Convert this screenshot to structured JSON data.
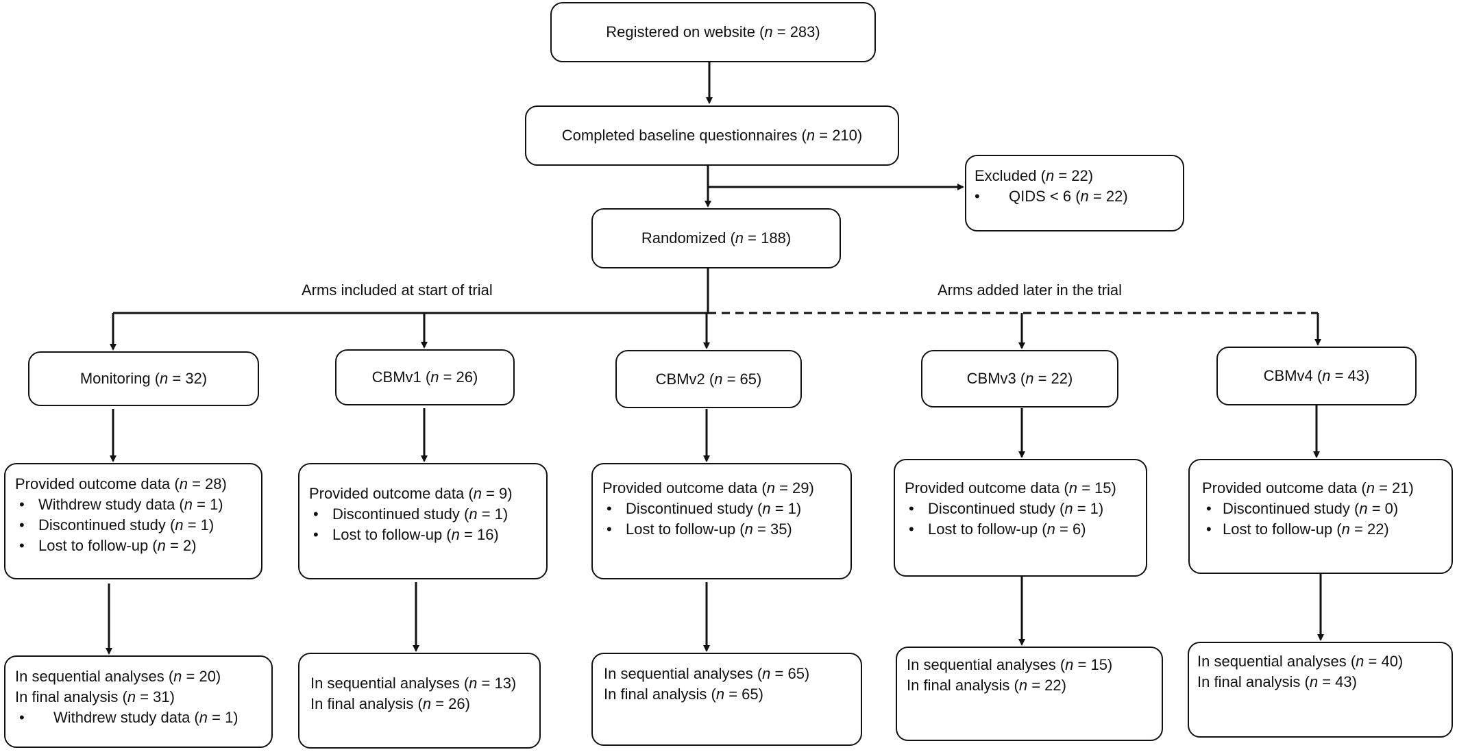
{
  "registered": {
    "text": "Registered on website (",
    "n": "n",
    "rest": " = 283)"
  },
  "baseline": {
    "text": "Completed baseline questionnaires (",
    "n": "n",
    "rest": " = 210)"
  },
  "excluded": {
    "title": {
      "text": "Excluded (",
      "n": "n",
      "rest": " = 22)"
    },
    "reason": {
      "text": "QIDS < 6 (",
      "n": "n",
      "rest": " = 22)"
    }
  },
  "randomized": {
    "text": "Randomized (",
    "n": "n",
    "rest": " = 188)"
  },
  "arms_start_label": "Arms included at start of trial",
  "arms_later_label": "Arms added later in the trial",
  "arms": [
    {
      "name": {
        "text": "Monitoring (",
        "n": "n",
        "rest": " = 32)"
      },
      "outcome": {
        "title": {
          "text": "Provided outcome data (",
          "n": "n",
          "rest": " = 28)"
        },
        "items": [
          {
            "text": "Withdrew study data (",
            "n": "n",
            "rest": " = 1)"
          },
          {
            "text": "Discontinued study (",
            "n": "n",
            "rest": " = 1)"
          },
          {
            "text": "Lost to follow-up (",
            "n": "n",
            "rest": " = 2)"
          }
        ]
      },
      "analysis": {
        "sequential": {
          "text": "In sequential analyses (",
          "n": "n",
          "rest": " = 20)"
        },
        "final": {
          "text": "In final analysis (",
          "n": "n",
          "rest": " = 31)"
        },
        "note": {
          "text": "Withdrew study data (",
          "n": "n",
          "rest": " = 1)"
        }
      }
    },
    {
      "name": {
        "text": "CBMv1 (",
        "n": "n",
        "rest": " = 26)"
      },
      "outcome": {
        "title": {
          "text": "Provided outcome data (",
          "n": "n",
          "rest": " = 9)"
        },
        "items": [
          {
            "text": "Discontinued study (",
            "n": "n",
            "rest": " = 1)"
          },
          {
            "text": "Lost to follow-up (",
            "n": "n",
            "rest": " = 16)"
          }
        ]
      },
      "analysis": {
        "sequential": {
          "text": "In sequential analyses (",
          "n": "n",
          "rest": " = 13)"
        },
        "final": {
          "text": "In final analysis (",
          "n": "n",
          "rest": " = 26)"
        }
      }
    },
    {
      "name": {
        "text": "CBMv2 (",
        "n": "n",
        "rest": " = 65)"
      },
      "outcome": {
        "title": {
          "text": "Provided outcome data (",
          "n": "n",
          "rest": " = 29)"
        },
        "items": [
          {
            "text": "Discontinued study (",
            "n": "n",
            "rest": " = 1)"
          },
          {
            "text": "Lost to follow-up (",
            "n": "n",
            "rest": " = 35)"
          }
        ]
      },
      "analysis": {
        "sequential": {
          "text": "In sequential analyses (",
          "n": "n",
          "rest": " = 65)"
        },
        "final": {
          "text": "In final analysis (",
          "n": "n",
          "rest": " = 65)"
        }
      }
    },
    {
      "name": {
        "text": "CBMv3 (",
        "n": "n",
        "rest": " = 22)"
      },
      "outcome": {
        "title": {
          "text": "Provided outcome data (",
          "n": "n",
          "rest": " = 15)"
        },
        "items": [
          {
            "text": "Discontinued study (",
            "n": "n",
            "rest": " = 1)"
          },
          {
            "text": "Lost to follow-up (",
            "n": "n",
            "rest": " = 6)"
          }
        ]
      },
      "analysis": {
        "sequential": {
          "text": "In sequential analyses (",
          "n": "n",
          "rest": " = 15)"
        },
        "final": {
          "text": "In final analysis (",
          "n": "n",
          "rest": " = 22)"
        }
      }
    },
    {
      "name": {
        "text": "CBMv4 (",
        "n": "n",
        "rest": " = 43)"
      },
      "outcome": {
        "title": {
          "text": "Provided outcome data (",
          "n": "n",
          "rest": " = 21)"
        },
        "items": [
          {
            "text": "Discontinued study (",
            "n": "n",
            "rest": " = 0)"
          },
          {
            "text": "Lost to follow-up (",
            "n": "n",
            "rest": " = 22)"
          }
        ]
      },
      "analysis": {
        "sequential": {
          "text": "In sequential analyses (",
          "n": "n",
          "rest": " = 40)"
        },
        "final": {
          "text": "In final analysis (",
          "n": "n",
          "rest": " = 43)"
        }
      }
    }
  ]
}
